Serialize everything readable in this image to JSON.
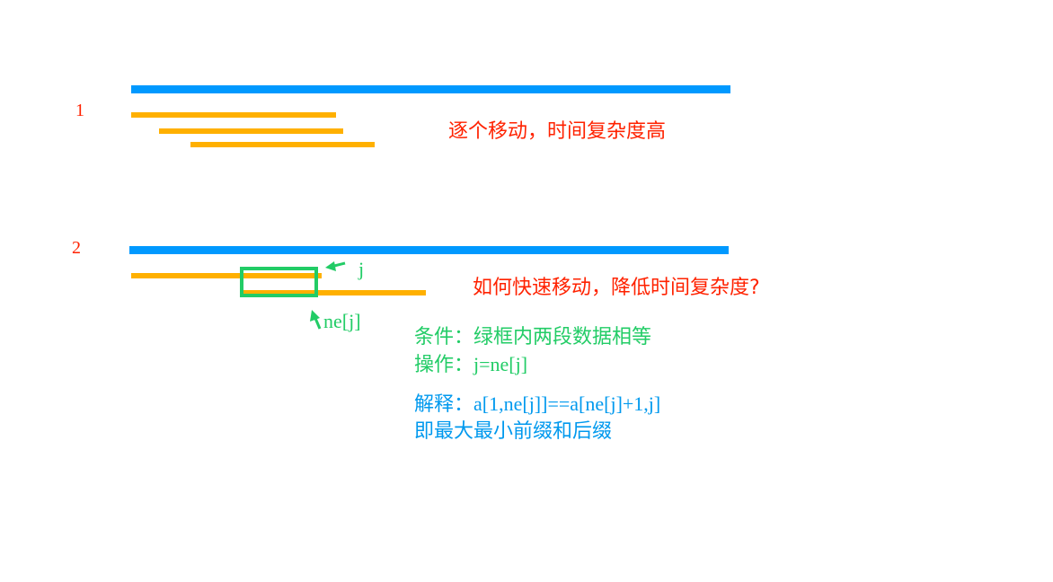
{
  "section1": {
    "number": "1",
    "caption": "逐个移动，时间复杂度高"
  },
  "section2": {
    "number": "2",
    "caption": "如何快速移动，降低时间复杂度?",
    "pointer_j": "j",
    "pointer_ne": "ne[j]"
  },
  "notes": {
    "condition_label": "条件：",
    "condition_text": "绿框内两段数据相等",
    "operation_label": "操作：",
    "operation_text": "j=ne[j]",
    "explain_label": "解释：",
    "explain_text": "a[1,ne[j]]==a[ne[j]+1,j]",
    "explain_line2": "即最大最小前缀和后缀"
  },
  "colors": {
    "main_string": "#0099ff",
    "pattern": "#ffb000",
    "highlight": "#22cc66",
    "caption": "#ff2200",
    "explain": "#0099ee"
  }
}
